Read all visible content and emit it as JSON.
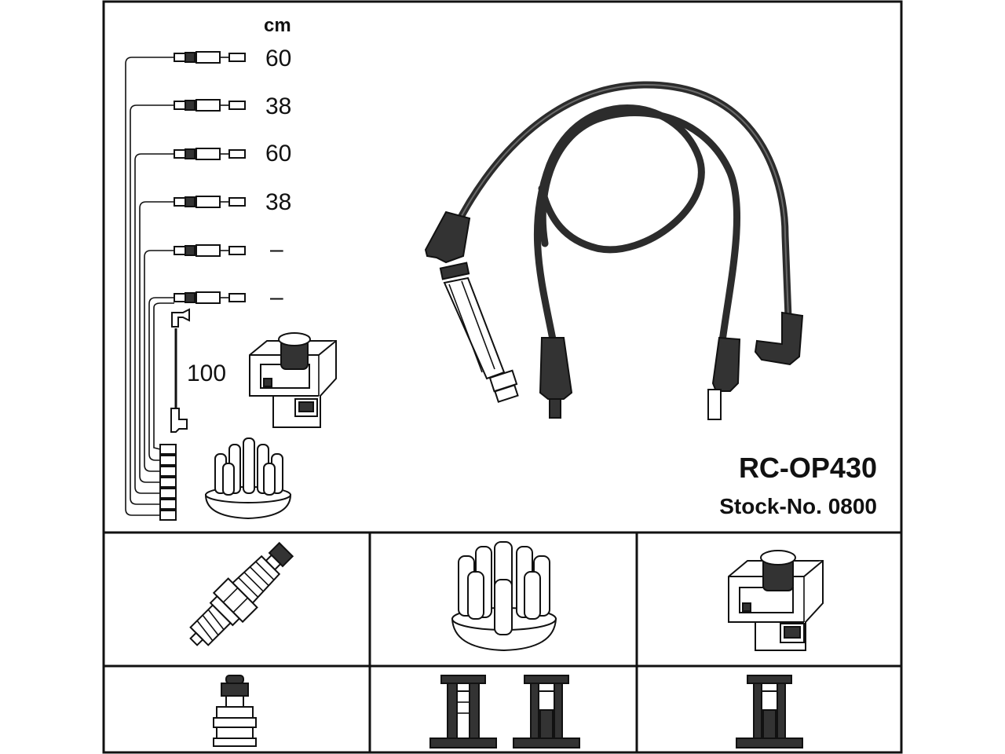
{
  "header": {
    "unit": "cm",
    "part_code": "RC-OP430",
    "stock_number": "Stock-No. 0800"
  },
  "leads": [
    {
      "length": "60"
    },
    {
      "length": "38"
    },
    {
      "length": "60"
    },
    {
      "length": "38"
    },
    {
      "length": "–"
    },
    {
      "length": "–"
    }
  ],
  "coil_lead": {
    "length": "100"
  },
  "icons": {
    "spark_plug": "spark-plug-icon",
    "distributor_cap": "distributor-cap-icon",
    "ignition_coil": "ignition-coil-icon",
    "plug_terminal": "plug-terminal-icon",
    "cap_terminal": "cap-terminal-icon",
    "coil_terminal": "coil-terminal-icon"
  },
  "colors": {
    "line": "#111111",
    "cable": "#2c2c2c",
    "background": "#ffffff"
  }
}
